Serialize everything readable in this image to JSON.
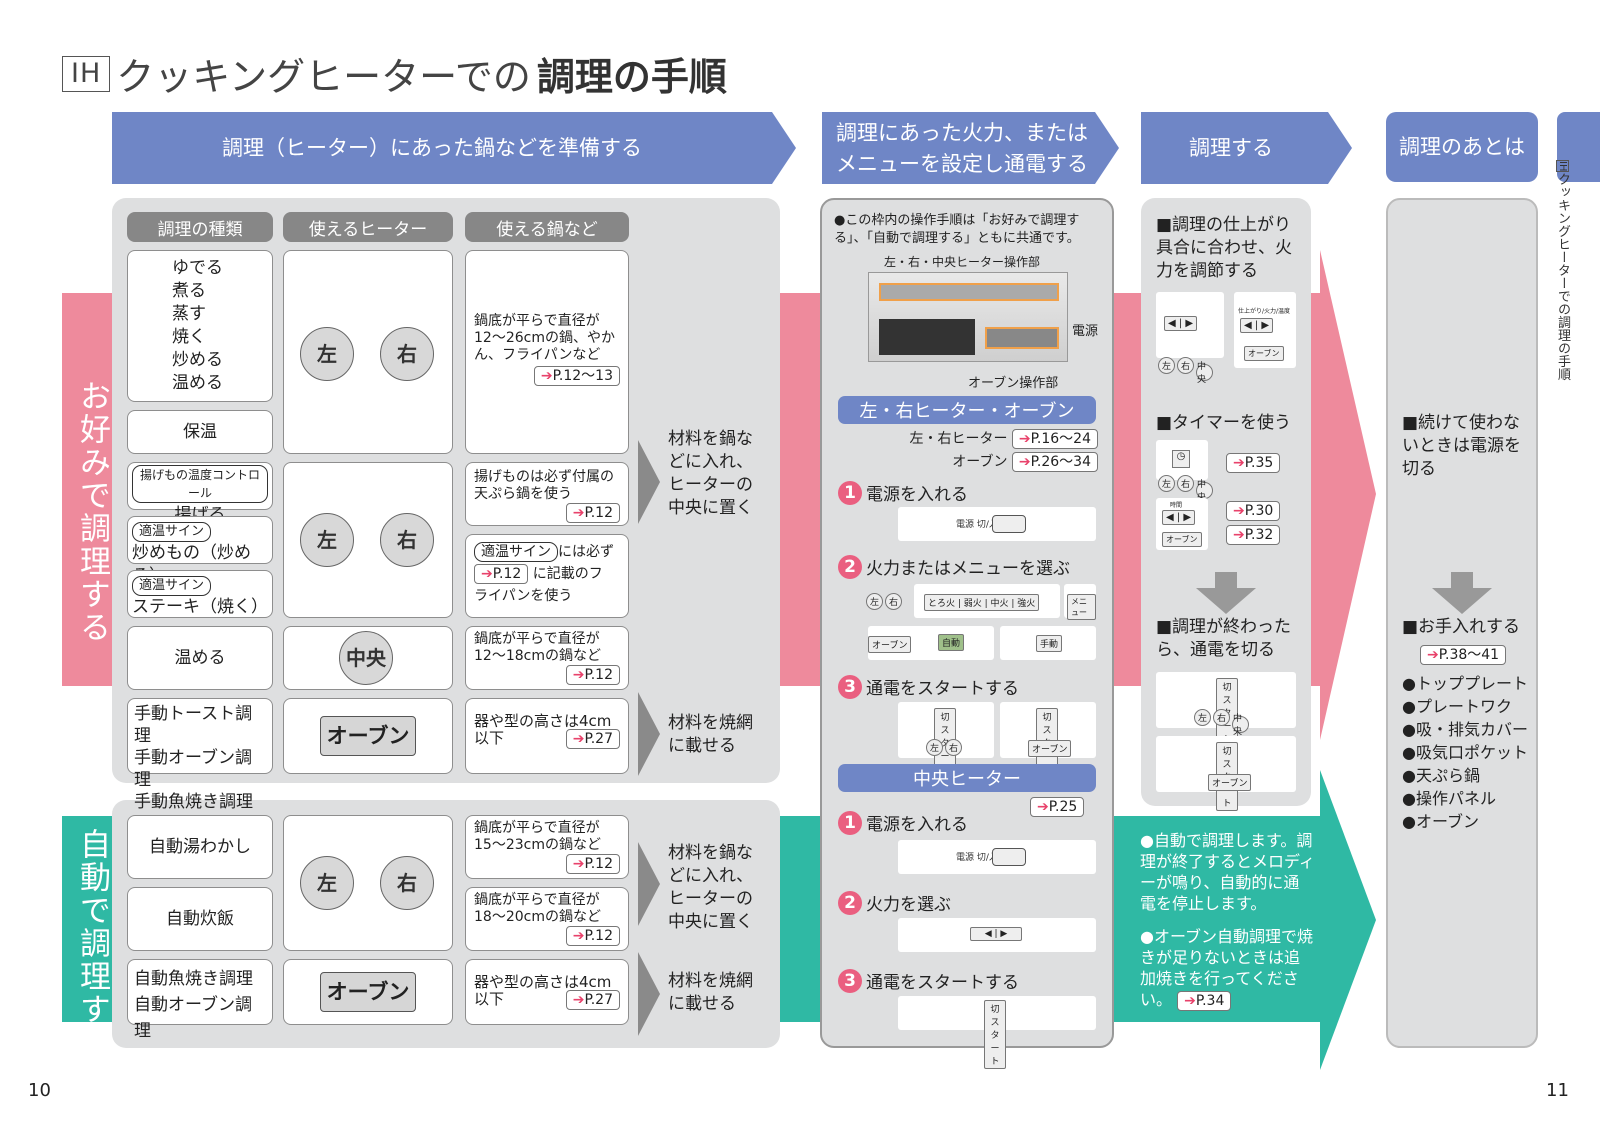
{
  "title": {
    "ih": "IH",
    "main": "クッキングヒーターでの",
    "bold": "調理の手順"
  },
  "headers": {
    "h1": "調理（ヒーター）にあった鍋などを準備する",
    "h2a": "調理にあった火力、または",
    "h2b": "メニューを設定し通電する",
    "h3": "調理する",
    "h4": "調理のあとは"
  },
  "side_label": {
    "ih": "IH",
    "text": "クッキングヒーターでの調理の手順"
  },
  "bands": {
    "okonomi": "お好みで調理する",
    "jido": "自動で調理する"
  },
  "col_heads": {
    "type": "調理の種類",
    "heater": "使えるヒーター",
    "pot": "使える鍋など"
  },
  "rows": {
    "r1_types": [
      "ゆでる",
      "煮る",
      "蒸す",
      "焼く",
      "炒める",
      "温める"
    ],
    "r1_pot": "鍋底が平らで直径が12〜26cmの鍋、やかん、フライパンなど",
    "r1_ref": "P.12〜13",
    "r2_type": "保温",
    "r3_tag": "揚げもの温度コントロール",
    "r3_type": "揚げる",
    "r3_pot": "揚げものは必ず付属の天ぷら鍋を使う",
    "r3_ref": "P.12",
    "r4_tag": "適温サイン",
    "r4_type": "炒めもの（炒める）",
    "r4_pot_tag": "適温サイン",
    "r4_pot_a": "には必ず",
    "r4_pot_ref": "P.12",
    "r4_pot_b": "に記載のフ",
    "r4_pot_c": "ライパンを使う",
    "r5_tag": "適温サイン",
    "r5_type": "ステーキ（焼く）",
    "r6_type": "温める",
    "r6_pot": "鍋底が平らで直径が12〜18cmの鍋など",
    "r6_ref": "P.12",
    "r7_types": [
      "手動トースト調理",
      "手動オーブン調理",
      "手動魚焼き調理"
    ],
    "r7_pot": "器や型の高さは4cm以下",
    "r7_ref": "P.27",
    "j1_type": "自動湯わかし",
    "j1_pot": "鍋底が平らで直径が15〜23cmの鍋など",
    "j1_ref": "P.12",
    "j2_type": "自動炊飯",
    "j2_pot": "鍋底が平らで直径が18〜20cmの鍋など",
    "j2_ref": "P.12",
    "j3_types": [
      "自動魚焼き調理",
      "自動オーブン調理"
    ],
    "j3_pot": "器や型の高さは4cm以下",
    "j3_ref": "P.27"
  },
  "heaters": {
    "left": "左",
    "right": "右",
    "center": "中央",
    "oven": "オーブン"
  },
  "notes": {
    "place1": "材料を鍋などに入れ、ヒーターの中央に置く",
    "grill1": "材料を焼網に載せる",
    "place2": "材料を鍋などに入れ、ヒーターの中央に置く",
    "grill2": "材料を焼網に載せる"
  },
  "col2": {
    "note": "●この枠内の操作手順は「お好みで調理する」、「自動で調理する」ともに共通です。",
    "panel_label": "左・右・中央ヒーター操作部",
    "power_label": "電源",
    "oven_label": "オーブン操作部",
    "sub1": "左・右ヒーター・オーブン",
    "ref_lr_label": "左・右ヒーター",
    "ref_lr": "P.16〜24",
    "ref_oven_label": "オーブン",
    "ref_oven": "P.26〜34",
    "s1": "電源を入れる",
    "s2": "火力またはメニューを選ぶ",
    "s3": "通電をスタートする",
    "sub2": "中央ヒーター",
    "ref_c": "P.25",
    "c1": "電源を入れる",
    "c2": "火力を選ぶ",
    "c3": "通電をスタートする",
    "n1": "1",
    "n2": "2",
    "n3": "3",
    "btn_power": "電源 切/入",
    "btn_menu": "メニュー",
    "btn_oven": "オーブン",
    "btn_auto": "自動",
    "btn_manual": "手動",
    "btn_start": "切 スタート",
    "fire_levels": "とろ火 | 弱火 | 中火 | 強火",
    "mini_l": "左",
    "mini_r": "右",
    "mini_c": "中央"
  },
  "col3": {
    "a": "■調理の仕上がり具合に合わせ、火力を調節する",
    "b": "■タイマーを使う",
    "ref_b": "P.35",
    "ref_b2": "P.30",
    "ref_b3": "P.32",
    "c": "■調理が終わったら、通電を切る",
    "auto1": "●自動で調理します。調理が終了するとメロディーが鳴り、自動的に通電を停止します。",
    "auto2": "●オーブン自動調理で焼きが足りないときは追加焼きを行ってください。",
    "ref_auto2": "P.34",
    "mini_finish": "仕上がり/火力/温度",
    "mini_timer": "時間"
  },
  "col4": {
    "a": "■続けて使わないときは電源を切る",
    "b": "■お手入れする",
    "ref": "P.38〜41",
    "items": [
      "●トッププレート",
      "●プレートワク",
      "●吸・排気カバー",
      "●吸気口ポケット",
      "●天ぷら鍋",
      "●操作パネル",
      "●オーブン"
    ]
  },
  "pages": {
    "left": "10",
    "right": "11"
  },
  "colors": {
    "blue": "#6f86c6",
    "pink": "#ee8a9c",
    "teal": "#2fb9a4",
    "gray": "#dedfe0",
    "accent": "#ea5f80"
  }
}
